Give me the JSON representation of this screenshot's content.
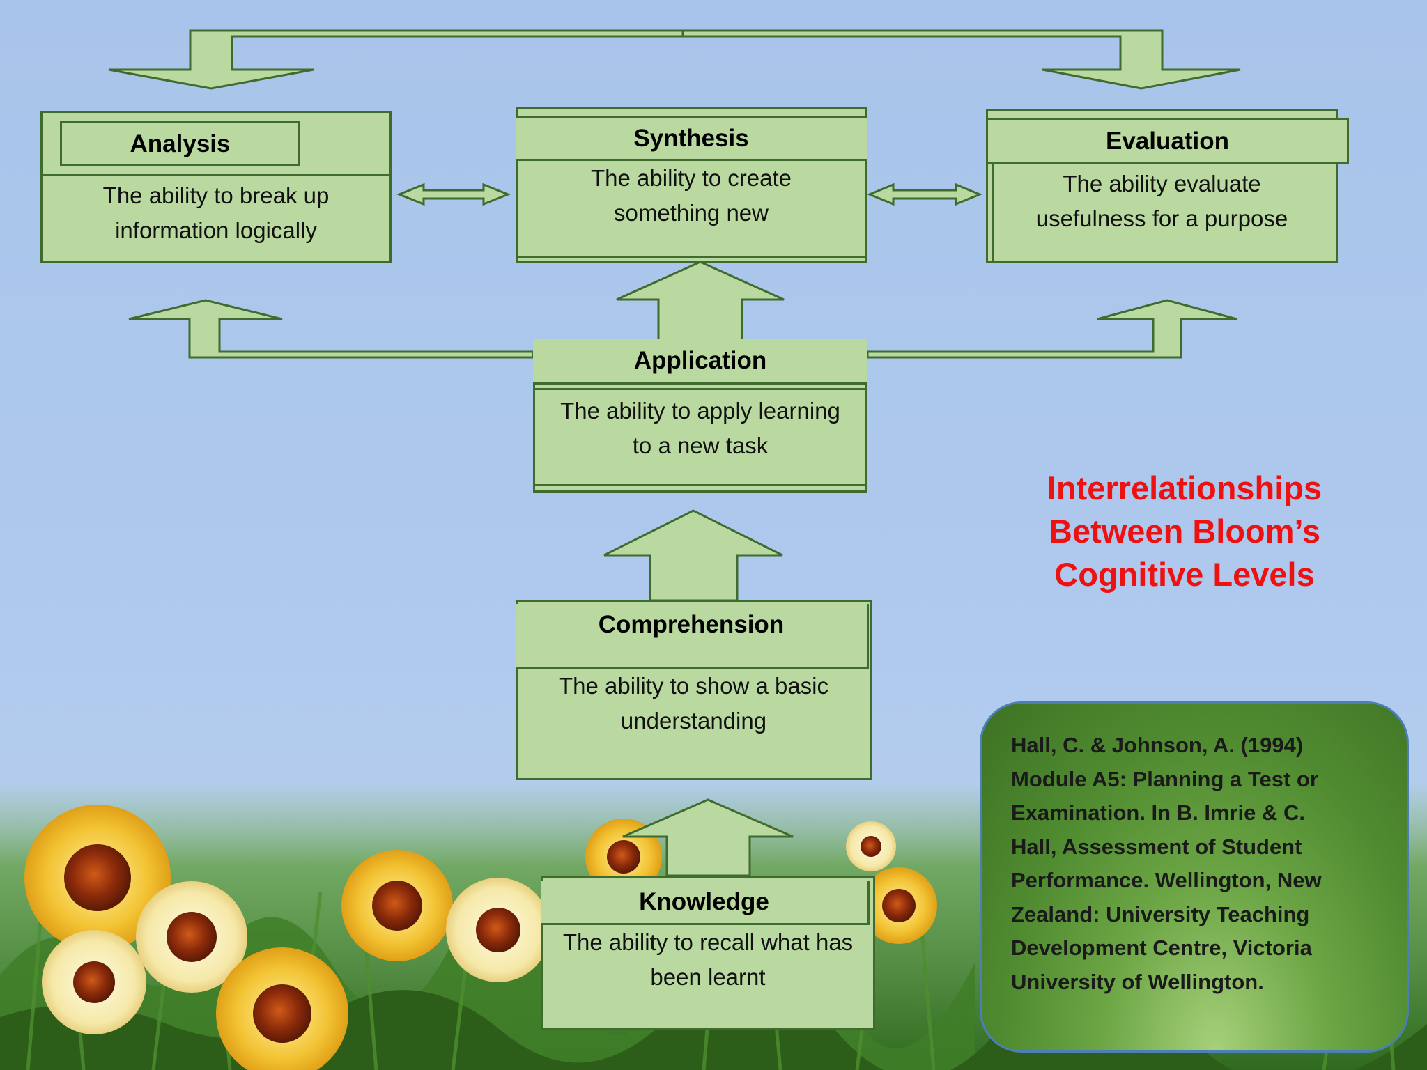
{
  "diagram": {
    "title_lines": [
      "Interrelationships",
      "Between Bloom’s",
      "Cognitive Levels"
    ],
    "levels": {
      "analysis": {
        "name": "Analysis",
        "desc": [
          "The ability to break up",
          "information logically"
        ]
      },
      "synthesis": {
        "name": "Synthesis",
        "desc": [
          "The ability to  create",
          "something new"
        ]
      },
      "evaluation": {
        "name": "Evaluation",
        "desc": [
          "The ability evaluate",
          "usefulness for a purpose"
        ]
      },
      "application": {
        "name": "Application",
        "desc": [
          "The ability to apply learning",
          "to a new task"
        ]
      },
      "comprehension": {
        "name": "Comprehension",
        "desc": [
          "The ability to show a basic",
          "understanding"
        ]
      },
      "knowledge": {
        "name": "Knowledge",
        "desc": [
          "The ability to recall what has",
          "been learnt"
        ]
      }
    },
    "reference": {
      "lines": [
        "Hall, C. & Johnson, A. (1994)",
        "Module A5: Planning a Test or",
        "Examination.  In B. Imrie & C.",
        "Hall, Assessment of Student",
        "Performance.  Wellington, New",
        "Zealand: University Teaching",
        "Development Centre, Victoria",
        "University of Wellington."
      ]
    },
    "colors": {
      "box_fill": "#b9d9a0",
      "box_stroke": "#3f6b2e",
      "title": "#ee1111",
      "reference_fill": "#5a9438"
    }
  }
}
